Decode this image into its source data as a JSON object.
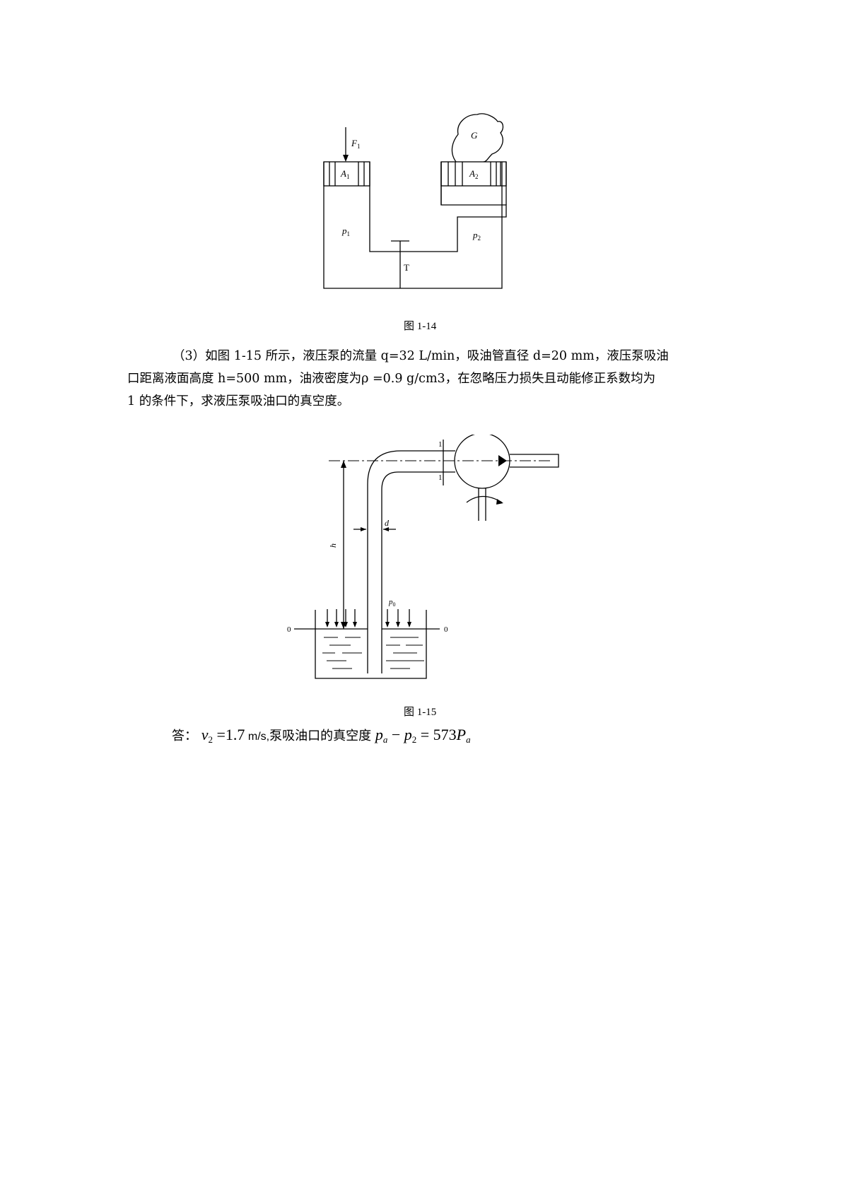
{
  "figure_1_14": {
    "label_F1_main": "F",
    "label_F1_sub": "1",
    "label_A1_main": "A",
    "label_A1_sub": "1",
    "label_A2_main": "A",
    "label_A2_sub": "2",
    "label_G": "G",
    "label_p1_main": "p",
    "label_p1_sub": "1",
    "label_p2_main": "p",
    "label_p2_sub": "2",
    "label_T": "T",
    "caption": "图 1-14"
  },
  "problem": {
    "line1": "（3）如图 1-15 所示，液压泵的流量 q=32 L/min，吸油管直径 d=20 mm，液压泵吸油",
    "line2": "口距离液面高度 h=500 mm，油液密度为ρ =0.9 g/cm3，在忽略压力损失且动能修正系数均为",
    "line3": "1 的条件下，求液压泵吸油口的真空度。"
  },
  "figure_1_15": {
    "label_section_top": "1",
    "label_section_bottom": "1",
    "label_d": "d",
    "label_h": "h",
    "label_p0_main": "p",
    "label_p0_sub": "0",
    "label_level_left": "0",
    "label_level_right": "0",
    "caption": "图 1-15"
  },
  "answer": {
    "prefix": "答：",
    "v_symbol": "v",
    "v_sub": "2",
    "v_eq": " =1.7",
    "v_unit": " m/s,",
    "mid_text": "泵吸油口的真空度 ",
    "pa_symbol": "p",
    "pa_sub": "a",
    "minus": " − ",
    "p2_symbol": "p",
    "p2_sub": "2",
    "result_eq": " = 573",
    "Pa_symbol": "P",
    "Pa_sub": "a"
  }
}
